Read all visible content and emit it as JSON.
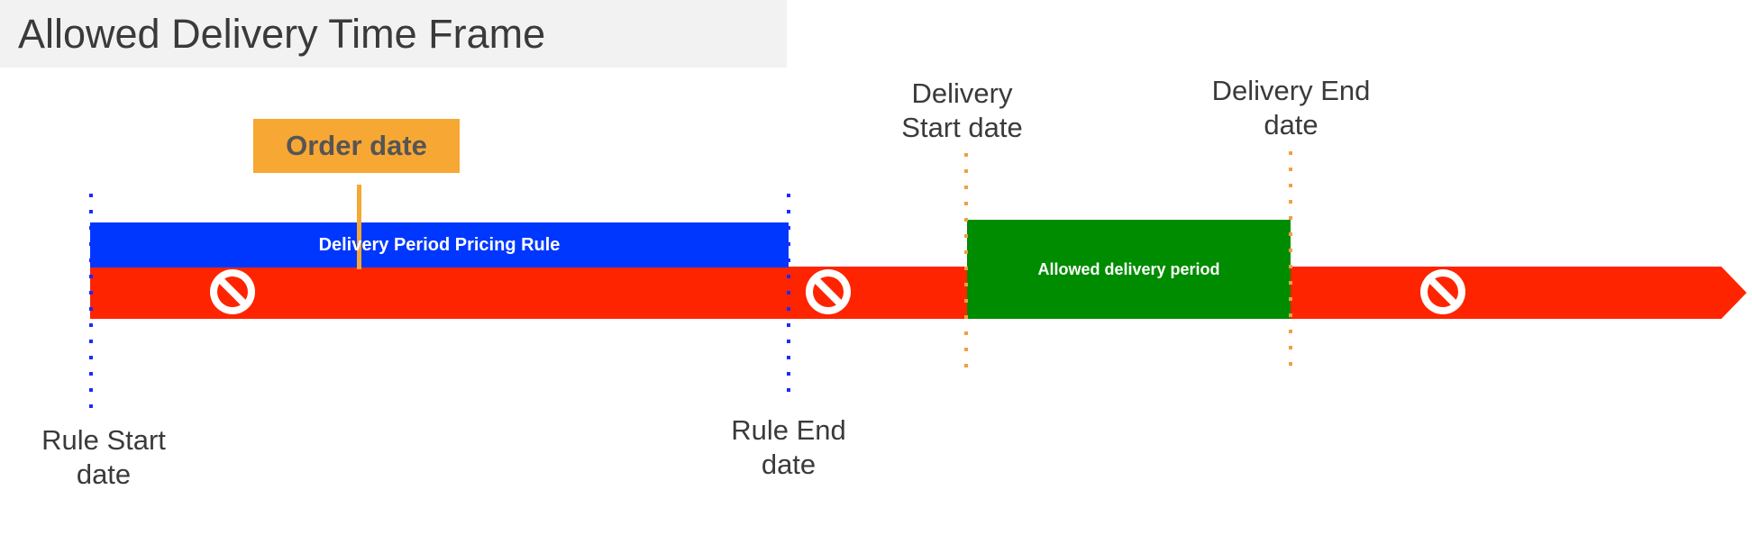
{
  "title": "Allowed Delivery Time Frame",
  "order_date": {
    "label": "Order date"
  },
  "bars": {
    "pricing_rule": "Delivery Period Pricing Rule",
    "allowed_period": "Allowed delivery period"
  },
  "markers": {
    "rule_start": "Rule Start\ndate",
    "rule_end": "Rule End\ndate",
    "delivery_start": "Delivery\nStart date",
    "delivery_end": "Delivery End\ndate"
  },
  "icons": {
    "not_allowed": "no-entry-icon"
  },
  "colors": {
    "timeline": "#ff2400",
    "pricing_rule": "#0037ff",
    "allowed_period": "#008c00",
    "order_date": "#f7a733",
    "rule_marker": "#1a2cff",
    "delivery_marker": "#f0a040",
    "title_bg": "#f2f2f2"
  }
}
